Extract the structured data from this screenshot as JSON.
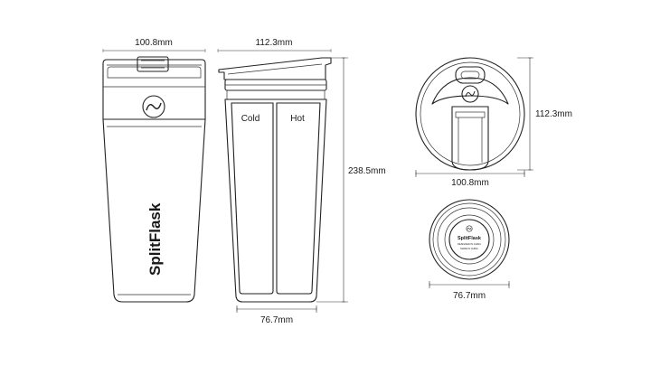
{
  "dimensions": {
    "front_width": "100.8mm",
    "side_width": "112.3mm",
    "side_height": "238.5mm",
    "side_base_width": "76.7mm",
    "top_width": "100.8mm",
    "top_depth": "112.3mm",
    "bottom_width": "76.7mm"
  },
  "labels": {
    "brand": "SplitFlask",
    "cold": "Cold",
    "hot": "Hot",
    "base_brand": "SplitFlask",
    "base_fine_print_1": "DESIGNED IN CHINA",
    "base_fine_print_2": "MADE IN CHINA"
  },
  "colors": {
    "outline": "#222222",
    "dimension_line": "#333333",
    "background": "#ffffff"
  }
}
